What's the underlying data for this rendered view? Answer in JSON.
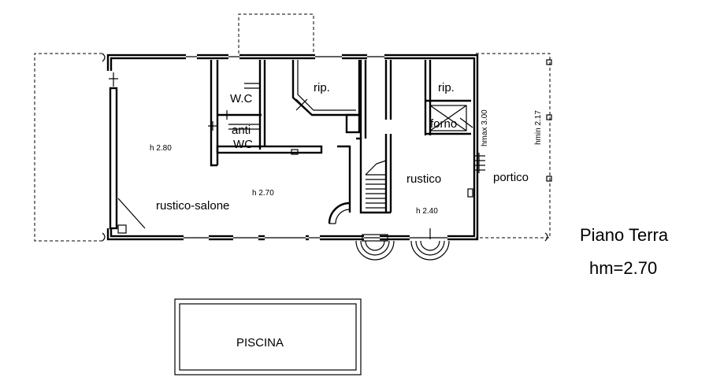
{
  "plan": {
    "title": "Piano Terra",
    "avg_height": "hm=2.70",
    "rooms": {
      "wc": "W.C",
      "anti": "anti",
      "anti_wc": "WC",
      "rip_1": "rip.",
      "rip_2": "rip.",
      "forno": "forno",
      "rustico": "rustico",
      "rustico_salone": "rustico-salone",
      "portico": "portico",
      "piscina": "PISCINA"
    },
    "heights": {
      "h_280": "h 2.80",
      "h_270": "h 2.70",
      "h_240": "h 2.40",
      "hmax": "hmax 3.00",
      "hmin": "hmin 2.17"
    }
  }
}
